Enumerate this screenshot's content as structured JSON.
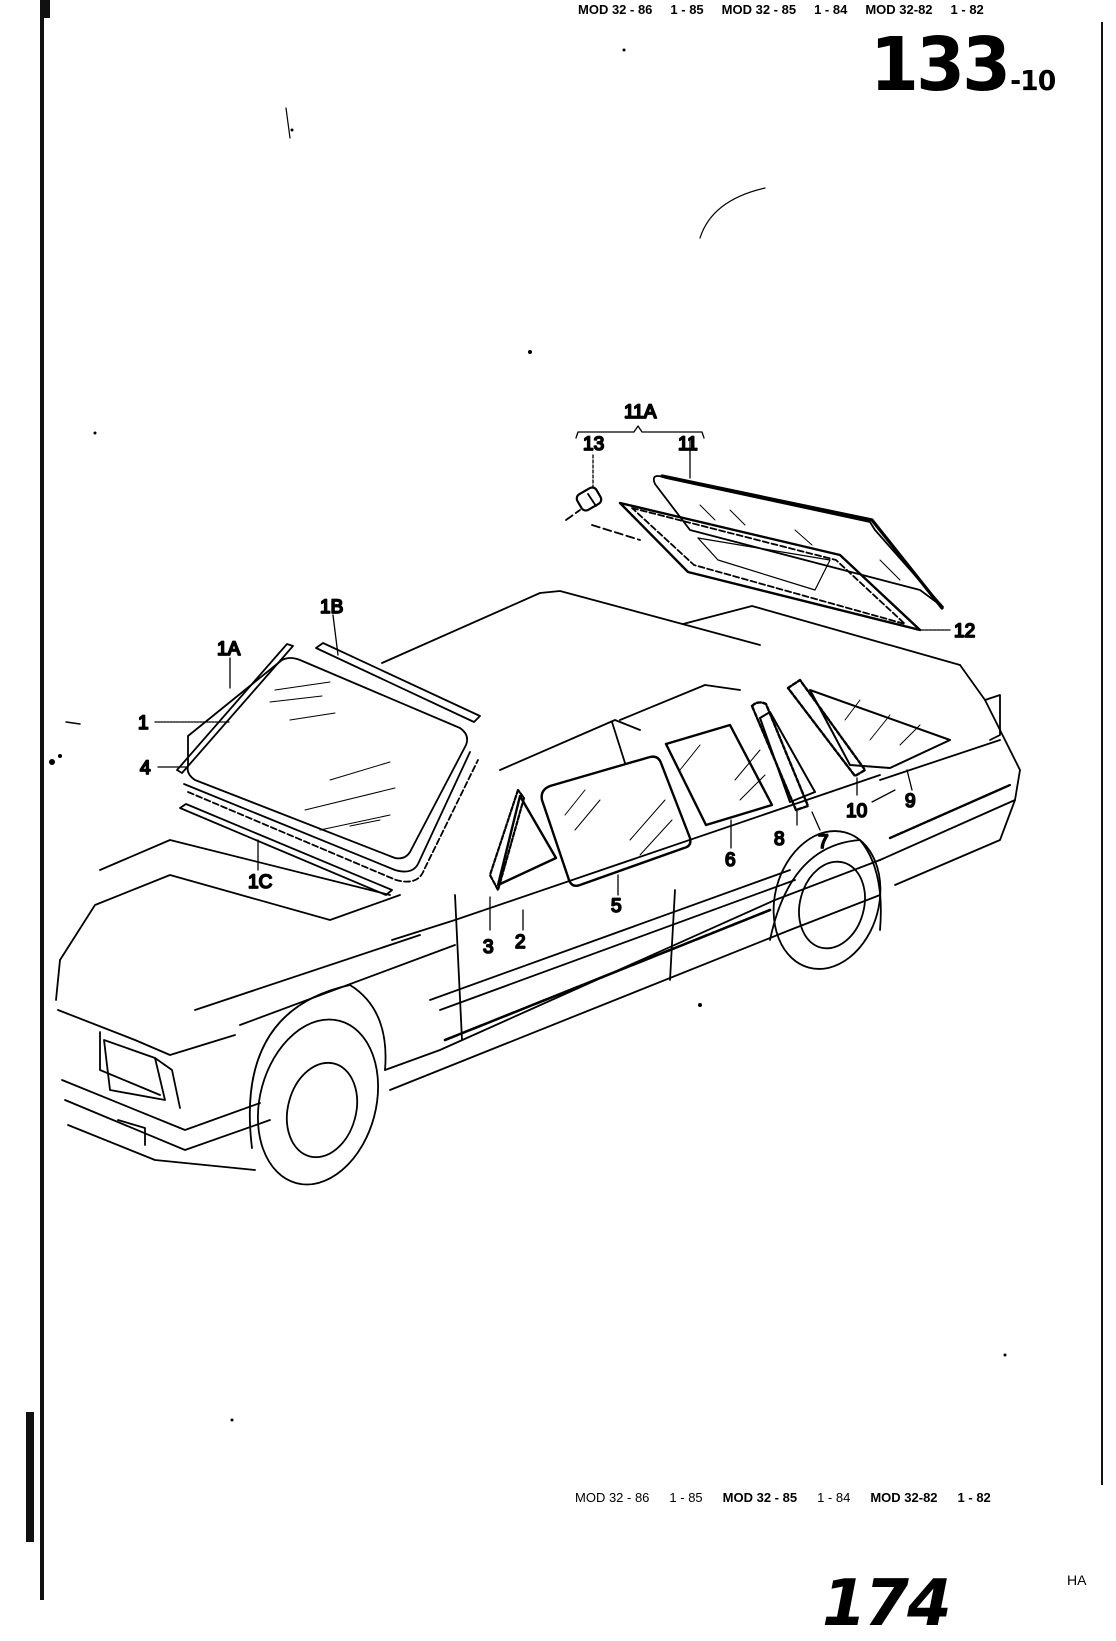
{
  "header": {
    "model_ranges": [
      "MOD 32 - 86",
      "1 - 85",
      "MOD 32 - 85",
      "1 - 84",
      "MOD 32-82",
      "1 - 82"
    ],
    "section_code": "133",
    "section_suffix": "-10"
  },
  "diagram": {
    "title": "Windows and glass seals — sedan exploded view",
    "callouts": [
      {
        "id": "1",
        "label": "1"
      },
      {
        "id": "1A",
        "label": "1A"
      },
      {
        "id": "1B",
        "label": "1B"
      },
      {
        "id": "1C",
        "label": "1C"
      },
      {
        "id": "4",
        "label": "4"
      },
      {
        "id": "2",
        "label": "2"
      },
      {
        "id": "3",
        "label": "3"
      },
      {
        "id": "5",
        "label": "5"
      },
      {
        "id": "6",
        "label": "6"
      },
      {
        "id": "7",
        "label": "7"
      },
      {
        "id": "8",
        "label": "8"
      },
      {
        "id": "9",
        "label": "9"
      },
      {
        "id": "10",
        "label": "10"
      },
      {
        "id": "11",
        "label": "11"
      },
      {
        "id": "11A",
        "label": "11A"
      },
      {
        "id": "12",
        "label": "12"
      },
      {
        "id": "13",
        "label": "13"
      }
    ]
  },
  "footer": {
    "model_ranges": [
      "MOD 32 - 86",
      "1 - 85",
      "MOD 32 - 85",
      "1 - 84",
      "MOD 32-82",
      "1 - 82"
    ],
    "page_number": "174",
    "corner_tag": "HA"
  }
}
